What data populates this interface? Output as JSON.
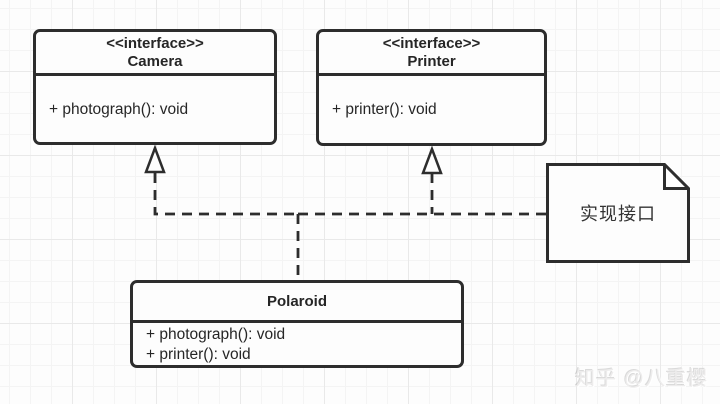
{
  "diagram": {
    "type": "uml-class-diagram",
    "classes": [
      {
        "id": "camera",
        "stereotype": "<<interface>>",
        "name": "Camera",
        "members": [
          "+ photograph(): void"
        ]
      },
      {
        "id": "printer",
        "stereotype": "<<interface>>",
        "name": "Printer",
        "members": [
          "+ printer(): void"
        ]
      },
      {
        "id": "polaroid",
        "stereotype": "",
        "name": "Polaroid",
        "members": [
          "+ photograph(): void",
          "+ printer(): void"
        ]
      }
    ],
    "note": {
      "text": "实现接口"
    },
    "relationships": [
      {
        "type": "realization",
        "from": "Polaroid",
        "to": "Camera",
        "line": "dashed",
        "arrowhead": "hollow-triangle"
      },
      {
        "type": "realization",
        "from": "Polaroid",
        "to": "Printer",
        "line": "dashed",
        "arrowhead": "hollow-triangle"
      }
    ],
    "colors": {
      "line": "#2d2d2d",
      "box_fill": "#fdfdfd",
      "grid_minor": "#f4f4f4",
      "grid_major": "#e9e9e9",
      "background": "#fdfdfd"
    }
  },
  "watermark": {
    "text": "知乎 @八重樱"
  }
}
